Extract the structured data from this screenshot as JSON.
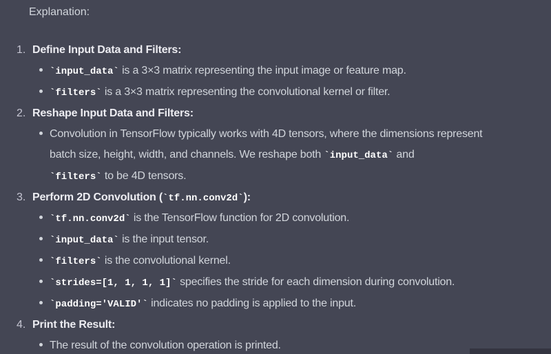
{
  "intro": "Explanation:",
  "steps": [
    {
      "num": "1.",
      "title": "Define Input Data and Filters:",
      "bullets": [
        {
          "code": "input_data",
          "text": " is a 3×3 matrix representing the input image or feature map."
        },
        {
          "code": "filters",
          "text": " is a 3×3 matrix representing the convolutional kernel or filter."
        }
      ]
    },
    {
      "num": "2.",
      "title": "Reshape Input Data and Filters:",
      "bullets": [
        {
          "text_a": "Convolution in TensorFlow typically works with 4D tensors, where the dimensions represent batch size, height, width, and channels. We reshape both ",
          "code_a": "input_data",
          "text_b": " and ",
          "code_b": "filters",
          "text_c": " to be 4D tensors."
        }
      ]
    },
    {
      "num": "3.",
      "title": "Perform 2D Convolution (",
      "title_code": "tf.nn.conv2d",
      "title_end": "):",
      "bullets": [
        {
          "code": "tf.nn.conv2d",
          "text": " is the TensorFlow function for 2D convolution."
        },
        {
          "code": "input_data",
          "text": " is the input tensor."
        },
        {
          "code": "filters",
          "text": " is the convolutional kernel."
        },
        {
          "code": "strides=[1, 1, 1, 1]",
          "text": " specifies the stride for each dimension during convolution."
        },
        {
          "code": "padding='VALID'",
          "text": " indicates no padding is applied to the input."
        }
      ]
    },
    {
      "num": "4.",
      "title": "Print the Result:",
      "bullets": [
        {
          "text": "The result of the convolution operation is printed."
        }
      ]
    }
  ],
  "bt": "`",
  "colors": {
    "background": "#444654",
    "text": "#d1d5db",
    "heading": "#ececf1",
    "code": "#ffffff"
  }
}
